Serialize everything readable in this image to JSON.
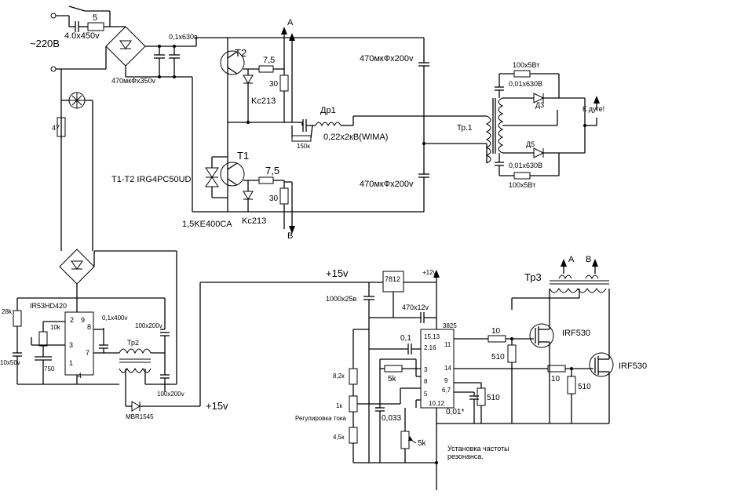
{
  "labels": {
    "mains": "~220В",
    "fuse": "5",
    "input_cap": "4.0x450v",
    "snubber_cap": "0,1x630в",
    "bulk_cap": "470мкФx350v",
    "t2": "T2",
    "t1": "T1",
    "r_gate": "7,5",
    "r_base": "30",
    "zener": "Kc213",
    "a": "A",
    "b": "B",
    "inductor": "Др1",
    "resonant_cap": "0,22x2кВ(WIMA)",
    "bleed_r": "150к",
    "cap_half": "470мкФx200v",
    "transistor_type": "T1-T2  IRG4PC50UD",
    "tvs": "1,5KE400CA",
    "tr1": "Тр.1",
    "d3": "Д3",
    "d5": "Д5",
    "snubber_r": "100x5Вт",
    "snubber_c": "0,01x630В",
    "arc": "К дуге!",
    "r47": "47",
    "ic1": "IR53HD420",
    "pins": {
      "p1": "1",
      "p2": "2",
      "p3": "3",
      "p4": "4",
      "p7": "7",
      "p8": "8",
      "p9": "9"
    },
    "r28k": "28k",
    "r10k": "10k",
    "c10x50": "10x50v",
    "c750": "750",
    "c01x400": "0,1x400v",
    "c100x200": "100x200v",
    "tr2": "Тр2",
    "mbr": "MBR1545",
    "plus15": "+15v",
    "c1000": "1000x25в",
    "reg": "7812",
    "plus12": "+12v",
    "c470": "470x12v",
    "ic2": "3825",
    "pins2": {
      "p1513": "15,13",
      "p216": "2,16",
      "p11": "11",
      "p3": "3",
      "p14": "14",
      "p8": "8",
      "p9": "9",
      "p5": "5",
      "p67": "6,7",
      "p1012": "10,12"
    },
    "c01": "0,1",
    "r5k": "5k",
    "r82k": "8,2к",
    "r1k": "1к",
    "r45k": "4,5к",
    "current_adj": "Регулировка тока",
    "c0033": "0,033",
    "freq_adj1": "Установка частоты",
    "freq_adj2": "резонанса.",
    "c001": "0,01*",
    "r510": "510",
    "r10": "10",
    "mosfet": "IRF530",
    "tr3": "Тр3"
  }
}
